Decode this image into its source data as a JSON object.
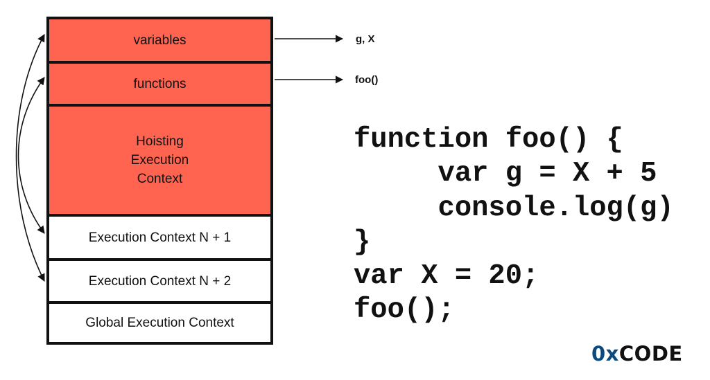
{
  "stack": {
    "cells": [
      {
        "label": "variables",
        "style": "red"
      },
      {
        "label": "functions",
        "style": "red"
      },
      {
        "label_lines": [
          "Hoisting",
          "Execution",
          "Context"
        ],
        "style": "red"
      },
      {
        "label": "Execution Context N + 1",
        "style": "white"
      },
      {
        "label": "Execution Context N + 2",
        "style": "white"
      },
      {
        "label": "Global Execution Context",
        "style": "white"
      }
    ]
  },
  "outputs": {
    "variables_target": "g, X",
    "functions_target": "foo()"
  },
  "code": {
    "lines": [
      "function foo() {",
      "     var g = X + 5",
      "     console.log(g)",
      "}",
      "var X = 20;",
      "foo();"
    ]
  },
  "logo": {
    "prefix": "0x",
    "suffix": "CODE",
    "prefix_color": "#0B4A7E"
  },
  "colors": {
    "hoisting_fill": "#FF6450",
    "stroke": "#111111"
  }
}
